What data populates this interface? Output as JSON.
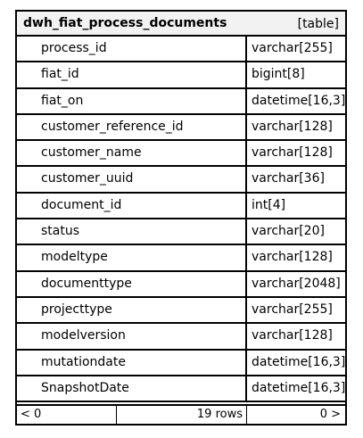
{
  "table": {
    "title": "dwh_fiat_process_documents",
    "type_label": "[table]",
    "columns": [
      {
        "name": "process_id",
        "type": "varchar[255]"
      },
      {
        "name": "fiat_id",
        "type": "bigint[8]"
      },
      {
        "name": "fiat_on",
        "type": "datetime[16,3]"
      },
      {
        "name": "customer_reference_id",
        "type": "varchar[128]"
      },
      {
        "name": "customer_name",
        "type": "varchar[128]"
      },
      {
        "name": "customer_uuid",
        "type": "varchar[36]"
      },
      {
        "name": "document_id",
        "type": "int[4]"
      },
      {
        "name": "status",
        "type": "varchar[20]"
      },
      {
        "name": "modeltype",
        "type": "varchar[128]"
      },
      {
        "name": "documenttype",
        "type": "varchar[2048]"
      },
      {
        "name": "projecttype",
        "type": "varchar[255]"
      },
      {
        "name": "modelversion",
        "type": "varchar[128]"
      },
      {
        "name": "mutationdate",
        "type": "datetime[16,3]"
      },
      {
        "name": "SnapshotDate",
        "type": "datetime[16,3]"
      }
    ],
    "footer": {
      "prev_label": "< 0",
      "row_count": "19 rows",
      "next_label": "0 >"
    }
  }
}
